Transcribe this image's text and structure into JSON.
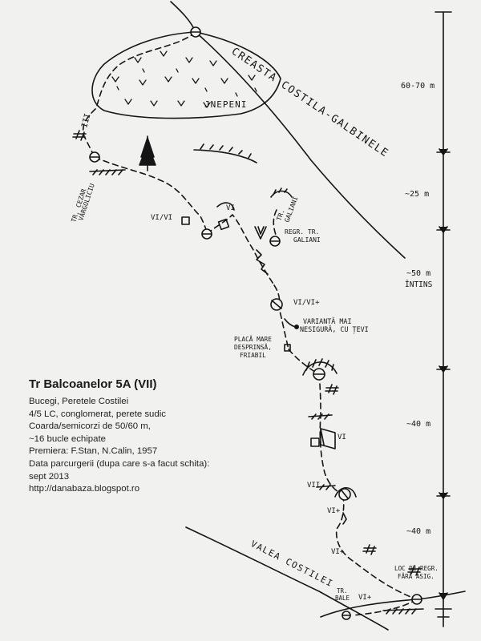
{
  "info": {
    "title": "Tr Balcoanelor 5A (VII)",
    "lines": [
      "Bucegi, Peretele Costilei",
      "4/5 LC, conglomerat, perete sudic",
      "Coarda/semicorzi de 50/60 m,",
      " ~16 bucle echipate",
      "Premiera: F.Stan, N.Calin, 1957",
      "Data parcurgerii (dupa care s-a facut schita):",
      "sept 2013",
      "http://danabaza.blogspot.ro"
    ]
  },
  "labels": {
    "ridge": "CREASTA COSTILA-GALBINELE",
    "jnepeni": "JNEPENI",
    "valley": "VALEA COSTILEI",
    "tr_cezar": "TR. CEZAR",
    "tr_cezar2": "VÂRGOLICIU",
    "tr_galiani": "TR.",
    "tr_galiani2": "GALIANI",
    "regr": "REGR. TR.",
    "regr2": "GALIANI",
    "variant1": "VARIANTĂ MAI",
    "variant2": "NESIGURĂ, CU ȚEVI",
    "placa1": "PLACĂ MARE",
    "placa2": "DESPRINSĂ,",
    "placa3": "FRIABIL",
    "loc1": "LOC DE REGR.",
    "loc2": "FĂRĂ ASIG.",
    "tr_bale": "TR.",
    "tr_bale2": "BALE"
  },
  "grades": {
    "g1": "III",
    "g2": "VI/VI",
    "g3": "VI",
    "g4": "VI/VI+",
    "g5": "VI",
    "g6": "VII",
    "g7": "VI+",
    "g8": "VI+",
    "g9": "VI+"
  },
  "pitches": [
    {
      "length": "60-70 m"
    },
    {
      "length": "~25 m"
    },
    {
      "length": "~50 m",
      "note": "ÎNTINS"
    },
    {
      "length": "~40 m"
    },
    {
      "length": "~40 m"
    }
  ]
}
